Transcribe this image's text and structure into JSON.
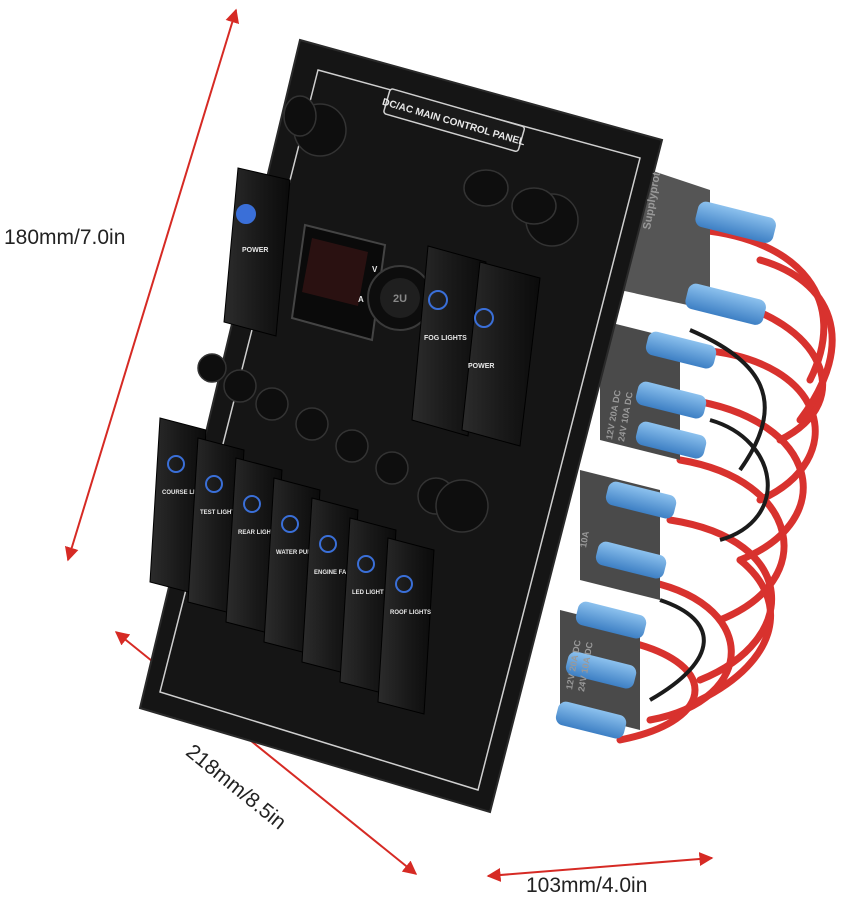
{
  "panel": {
    "title": "DC/AC MAIN CONTROL PANEL",
    "usb_label": "2U",
    "voltmeter_units": [
      "V",
      "A"
    ],
    "top_switches": [
      {
        "label": "POWER"
      },
      {
        "label": "FOG LIGHTS"
      },
      {
        "label": "POWER"
      }
    ],
    "bottom_switches": [
      {
        "label": "COURSE LIGHTS"
      },
      {
        "label": "TEST LIGHTS"
      },
      {
        "label": "REAR LIGHTS"
      },
      {
        "label": "WATER PUMP"
      },
      {
        "label": "ENGINE FAN"
      },
      {
        "label": "LED LIGHT BAR"
      },
      {
        "label": "ROOF LIGHTS"
      }
    ],
    "breaker_brand": "Supplyprot",
    "breaker_ratings": [
      "12V 20A DC",
      "24V 10A DC",
      "10A",
      "12V 20A DC",
      "24V 10A DC"
    ]
  },
  "dimensions": {
    "height": "180mm/7.0in",
    "width": "218mm/8.5in",
    "depth": "103mm/4.0in"
  },
  "colors": {
    "panel": "#151515",
    "wire_red": "#d8322e",
    "terminal_blue": "#5b9bd8",
    "dimension_arrow": "#d62a24",
    "backlight_blue": "#3a6fd8"
  }
}
